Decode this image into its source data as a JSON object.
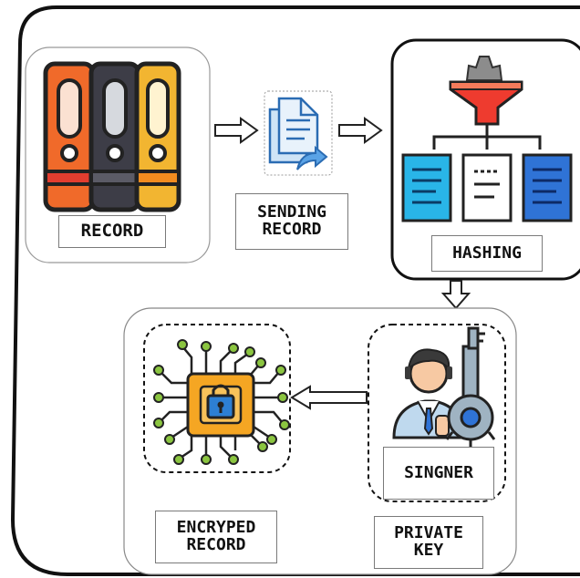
{
  "labels": {
    "record": "RECORD",
    "sending_record": "SENDING\nRECORD",
    "hashing": "HASHING",
    "signer": "SINGNER",
    "encrypted_record": "ENCRYPED\nRECORD",
    "private_key": "PRIVATE\nKEY"
  },
  "icons": {
    "binders": "binders-icon",
    "document_send": "document-send-icon",
    "hash_funnel": "hash-funnel-icon",
    "signer_person": "signer-person-icon",
    "key": "key-icon",
    "encryption_chip": "encryption-chip-icon"
  },
  "colors": {
    "binder_orange": "#f06a2a",
    "binder_dark": "#3d3d47",
    "binder_yellow": "#f2b531",
    "funnel_red": "#ee3b2f",
    "doc_cyan": "#29b5e8",
    "doc_blue": "#2f73d6",
    "chip_orange": "#f5a623",
    "lock_blue": "#2d7fd3",
    "circuit_green": "#8bc540"
  }
}
